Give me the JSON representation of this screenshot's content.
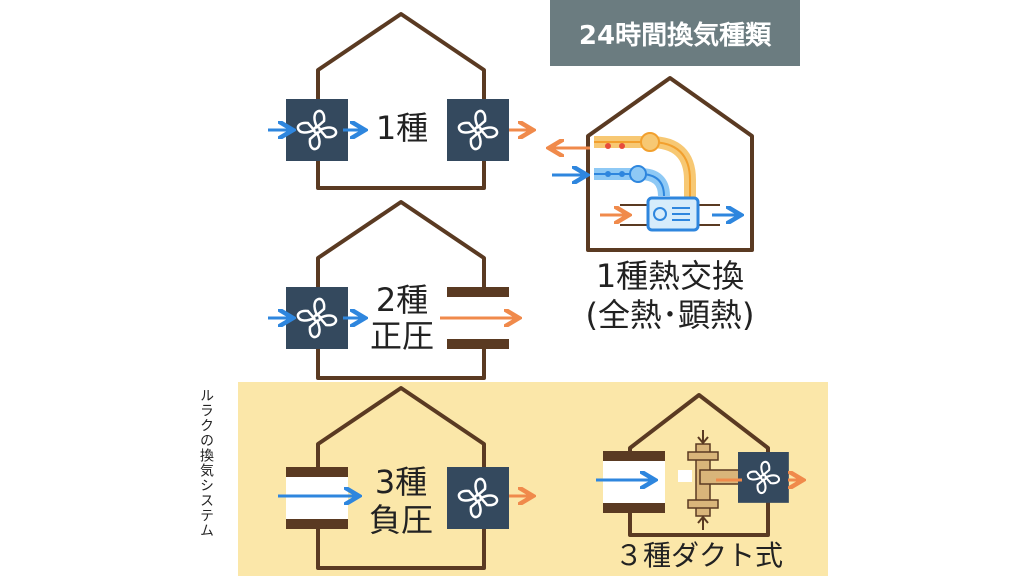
{
  "title": "24時間換気種類",
  "side_label": "ルラクの換気システム",
  "houses": {
    "type1": {
      "label": "1種"
    },
    "type2": {
      "label_line1": "2種",
      "label_line2": "正圧"
    },
    "type3": {
      "label_line1": "3種",
      "label_line2": "負圧"
    },
    "heat_exchange": {
      "label_line1": "1種熱交換",
      "label_line2": "(全熱･顕熱)"
    },
    "duct": {
      "label": "３種ダクト式"
    }
  },
  "colors": {
    "house_outline": "#5a3a22",
    "fan_box": "#34495e",
    "arrow_in": "#2e86de",
    "arrow_out": "#f08a4b",
    "highlight": "#fbe7a9",
    "title_bg": "#6b7c80"
  },
  "icons": [
    "fan-icon",
    "vent-opening-icon",
    "heat-exchanger-icon",
    "duct-pipe-icon",
    "arrow-icon"
  ]
}
